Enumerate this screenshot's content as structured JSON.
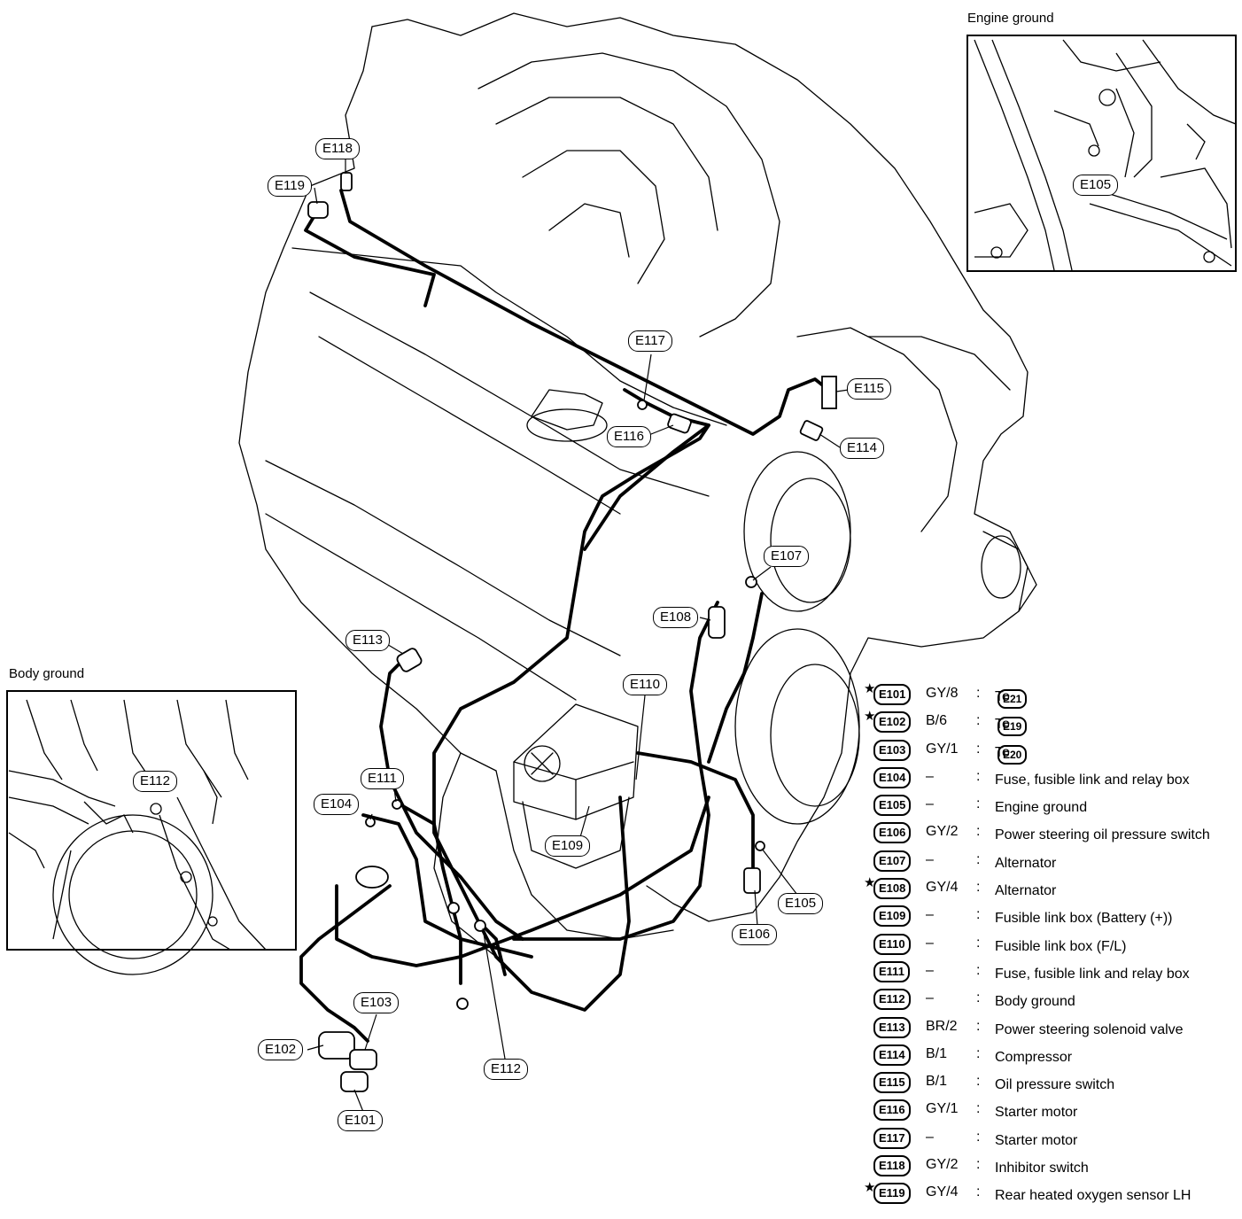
{
  "insets": {
    "engine_ground": {
      "title": "Engine ground",
      "callout": "E105"
    },
    "body_ground": {
      "title": "Body ground",
      "callout": "E112"
    }
  },
  "callouts": {
    "E101": "E101",
    "E102": "E102",
    "E103": "E103",
    "E104": "E104",
    "E105": "E105",
    "E106": "E106",
    "E107": "E107",
    "E108": "E108",
    "E109": "E109",
    "E110": "E110",
    "E111": "E111",
    "E112": "E112",
    "E113": "E113",
    "E114": "E114",
    "E115": "E115",
    "E116": "E116",
    "E117": "E117",
    "E118": "E118",
    "E119": "E119"
  },
  "legend": [
    {
      "star": "★",
      "code": "E101",
      "wire": "GY/8",
      "desc": "To",
      "ref": "E21"
    },
    {
      "star": "★",
      "code": "E102",
      "wire": "B/6",
      "desc": "To",
      "ref": "E19"
    },
    {
      "star": "",
      "code": "E103",
      "wire": "GY/1",
      "desc": "To",
      "ref": "E20"
    },
    {
      "star": "",
      "code": "E104",
      "wire": "–",
      "desc": "Fuse, fusible link and relay box",
      "ref": ""
    },
    {
      "star": "",
      "code": "E105",
      "wire": "–",
      "desc": "Engine ground",
      "ref": ""
    },
    {
      "star": "",
      "code": "E106",
      "wire": "GY/2",
      "desc": "Power steering oil pressure switch",
      "ref": ""
    },
    {
      "star": "",
      "code": "E107",
      "wire": "–",
      "desc": "Alternator",
      "ref": ""
    },
    {
      "star": "★",
      "code": "E108",
      "wire": "GY/4",
      "desc": "Alternator",
      "ref": ""
    },
    {
      "star": "",
      "code": "E109",
      "wire": "–",
      "desc": "Fusible link box (Battery (+))",
      "ref": ""
    },
    {
      "star": "",
      "code": "E110",
      "wire": "–",
      "desc": "Fusible link box (F/L)",
      "ref": ""
    },
    {
      "star": "",
      "code": "E111",
      "wire": "–",
      "desc": "Fuse, fusible link and relay box",
      "ref": ""
    },
    {
      "star": "",
      "code": "E112",
      "wire": "–",
      "desc": "Body ground",
      "ref": ""
    },
    {
      "star": "",
      "code": "E113",
      "wire": "BR/2",
      "desc": "Power steering solenoid valve",
      "ref": ""
    },
    {
      "star": "",
      "code": "E114",
      "wire": "B/1",
      "desc": "Compressor",
      "ref": ""
    },
    {
      "star": "",
      "code": "E115",
      "wire": "B/1",
      "desc": "Oil pressure switch",
      "ref": ""
    },
    {
      "star": "",
      "code": "E116",
      "wire": "GY/1",
      "desc": "Starter motor",
      "ref": ""
    },
    {
      "star": "",
      "code": "E117",
      "wire": "–",
      "desc": "Starter motor",
      "ref": ""
    },
    {
      "star": "",
      "code": "E118",
      "wire": "GY/2",
      "desc": "Inhibitor switch",
      "ref": ""
    },
    {
      "star": "★",
      "code": "E119",
      "wire": "GY/4",
      "desc": "Rear heated oxygen sensor LH",
      "ref": ""
    }
  ]
}
